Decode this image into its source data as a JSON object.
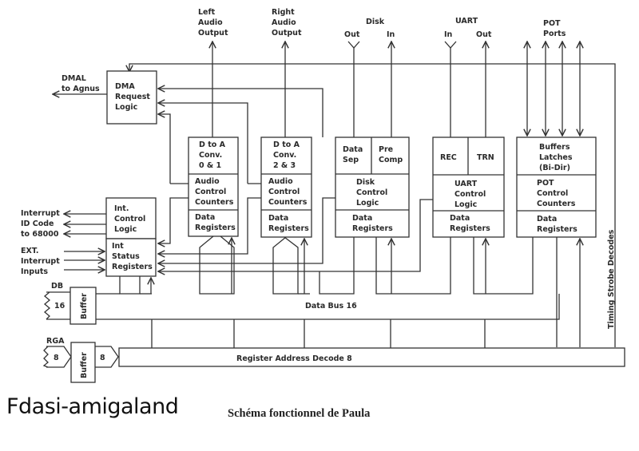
{
  "diagram": {
    "title": "Schéma fonctionnel de Paula",
    "watermark": "Fdasi-amigaland",
    "external_labels": {
      "left_audio": [
        "Left",
        "Audio",
        "Output"
      ],
      "right_audio": [
        "Right",
        "Audio",
        "Output"
      ],
      "disk": "Disk",
      "disk_out": "Out",
      "disk_in": "In",
      "uart": "UART",
      "uart_in": "In",
      "uart_out": "Out",
      "pot": [
        "POT",
        "Ports"
      ],
      "dmal": [
        "DMAL",
        "to Agnus"
      ],
      "interrupt_id": [
        "Interrupt",
        "ID Code",
        "to 68000"
      ],
      "ext_interrupt": [
        "EXT.",
        "Interrupt",
        "Inputs"
      ],
      "db": "DB",
      "db_width": "16",
      "rga": "RGA",
      "rga_width": "8",
      "rga_out_width": "8",
      "data_bus": "Data Bus   16",
      "register_decode": "Register Address Decode   8",
      "timing_strobe": "Timing Strobe Decodes"
    },
    "blocks": {
      "dma": [
        "DMA",
        "Request",
        "Logic"
      ],
      "int_control": [
        "Int.",
        "Control",
        "Logic"
      ],
      "int_status": [
        "Int",
        "Status",
        "Registers"
      ],
      "db_buffer": "Buffer",
      "rga_buffer": "Buffer",
      "audio01": {
        "dac": [
          "D to A",
          "Conv.",
          "0 & 1"
        ],
        "control": [
          "Audio",
          "Control",
          "Counters"
        ],
        "regs": [
          "Data",
          "Registers"
        ]
      },
      "audio23": {
        "dac": [
          "D to A",
          "Conv.",
          "2 & 3"
        ],
        "control": [
          "Audio",
          "Control",
          "Counters"
        ],
        "regs": [
          "Data",
          "Registers"
        ]
      },
      "disk": {
        "sep": [
          "Data",
          "Sep"
        ],
        "precomp": [
          "Pre",
          "Comp"
        ],
        "control": [
          "Disk",
          "Control",
          "Logic"
        ],
        "regs": [
          "Data",
          "Registers"
        ]
      },
      "uart": {
        "rec": "REC",
        "trn": "TRN",
        "control": [
          "UART",
          "Control",
          "Logic"
        ],
        "regs": [
          "Data",
          "Registers"
        ]
      },
      "pot": {
        "buffers": [
          "Buffers",
          "Latches",
          "(Bi-Dir)"
        ],
        "control": [
          "POT",
          "Control",
          "Counters"
        ],
        "regs": [
          "Data",
          "Registers"
        ]
      }
    }
  }
}
